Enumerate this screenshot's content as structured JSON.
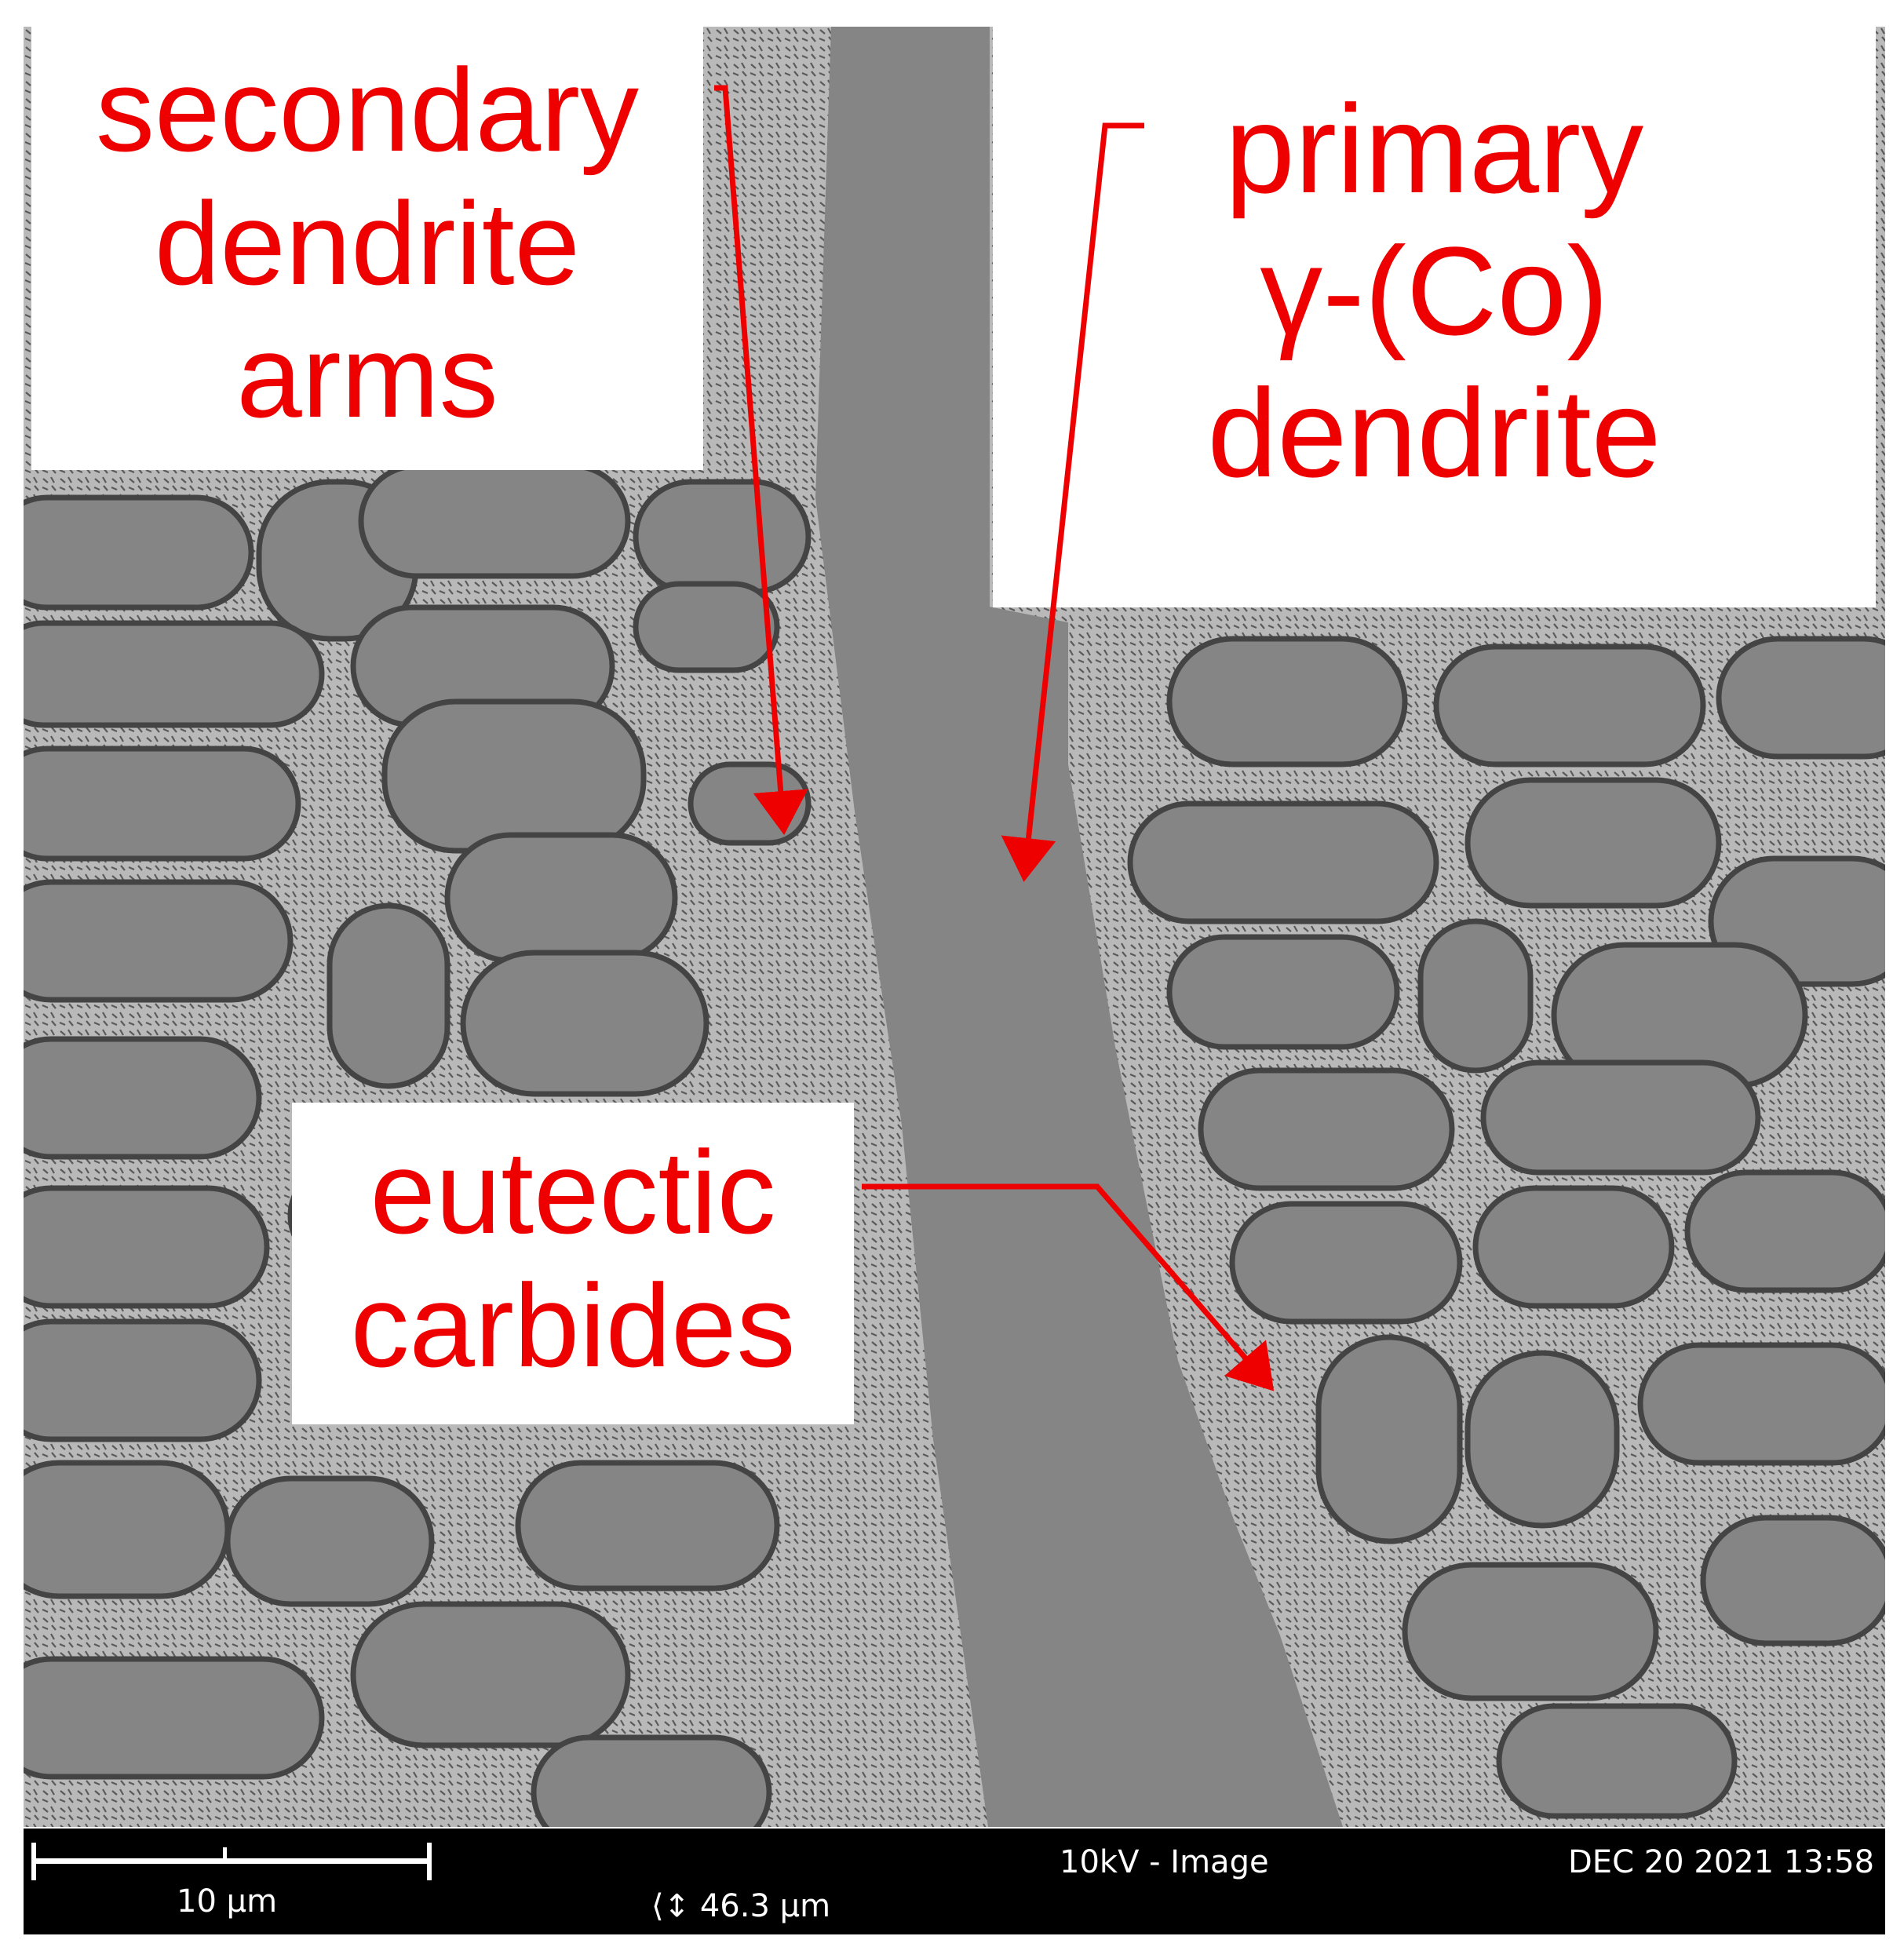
{
  "annotations": {
    "secondary": [
      "secondary",
      "dendrite",
      "arms"
    ],
    "primary": [
      "primary",
      "γ-(Co)",
      "dendrite"
    ],
    "eutectic": [
      "eutectic",
      "carbides"
    ]
  },
  "info_bar": {
    "scale_label": "10 μm",
    "field_width": "46.3 μm",
    "mode": "10kV - Image",
    "datetime": "DEC 20 2021 13:58"
  },
  "colors": {
    "annotation_text": "#ee0000",
    "matrix": "#858585",
    "interdendritic": "#b9b9b9",
    "info_bar": "#000000"
  }
}
